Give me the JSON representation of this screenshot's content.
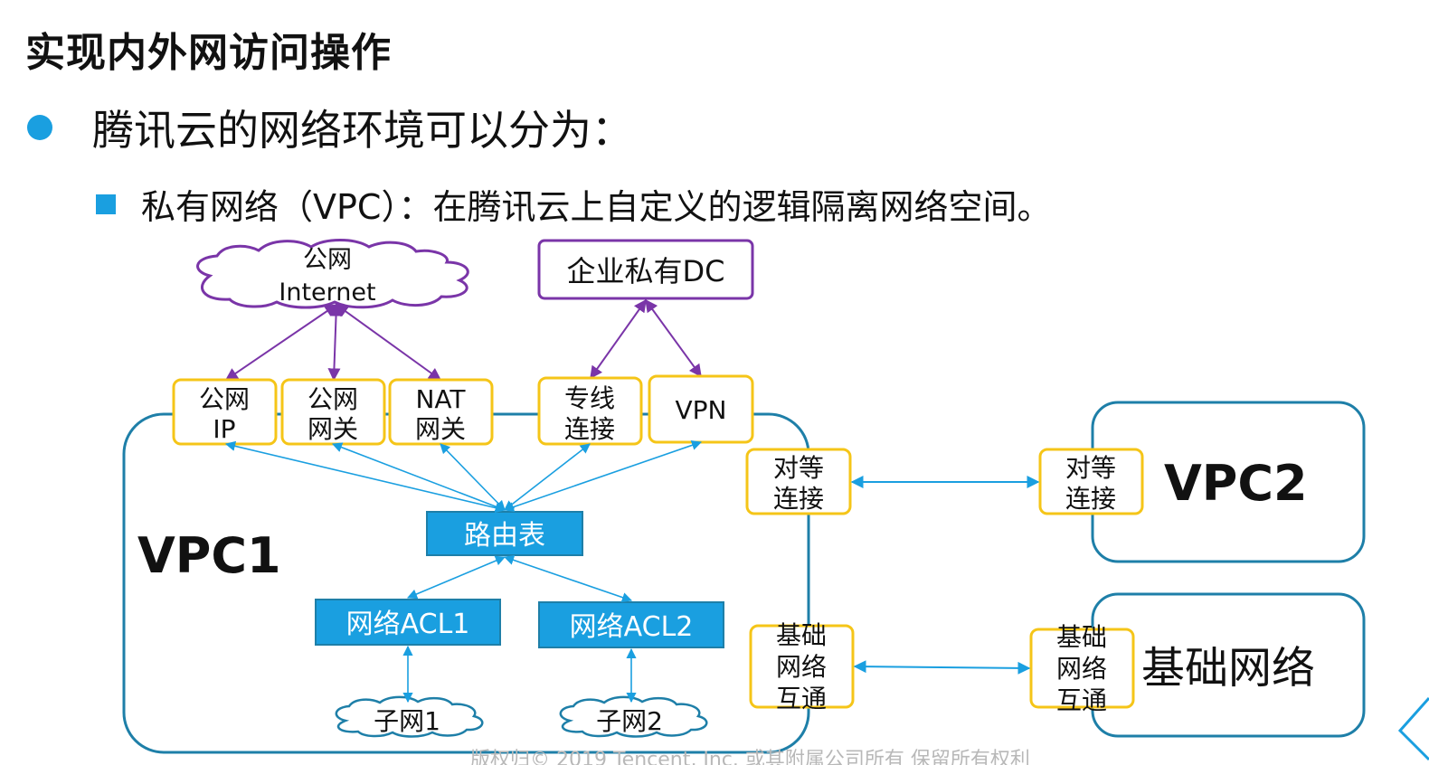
{
  "slide": {
    "title": "实现内外网访问操作",
    "bullet1": "腾讯云的网络环境可以分为：",
    "bullet2": "私有网络（VPC）：在腾讯云上自定义的逻辑隔离网络空间。",
    "footer": "版权归© 2019 Tencent, Inc. 或其附属公司所有 保留所有权利"
  },
  "diagram": {
    "internet_cloud": [
      "公网",
      "Internet"
    ],
    "enterprise_dc": "企业私有DC",
    "vpc1_label": "VPC1",
    "vpc2_label": "VPC2",
    "basic_network_label": "基础网络",
    "gateways": {
      "public_ip": [
        "公网",
        "IP"
      ],
      "public_gateway": [
        "公网",
        "网关"
      ],
      "nat_gateway": [
        "NAT",
        "网关"
      ],
      "direct_connect": [
        "专线",
        "连接"
      ],
      "vpn": "VPN"
    },
    "peering_vpc1": [
      "对等",
      "连接"
    ],
    "peering_vpc2": [
      "对等",
      "连接"
    ],
    "classic_link_vpc1": [
      "基础",
      "网络",
      "互通"
    ],
    "classic_link_basic": [
      "基础",
      "网络",
      "互通"
    ],
    "route_table": "路由表",
    "acl1": "网络ACL1",
    "acl2": "网络ACL2",
    "subnet1": "子网1",
    "subnet2": "子网2"
  },
  "colors": {
    "accent_blue": "#1a9fe0",
    "vpc_border": "#1e7fa8",
    "gateway_border": "#f5c518",
    "purple": "#7a35a8"
  }
}
